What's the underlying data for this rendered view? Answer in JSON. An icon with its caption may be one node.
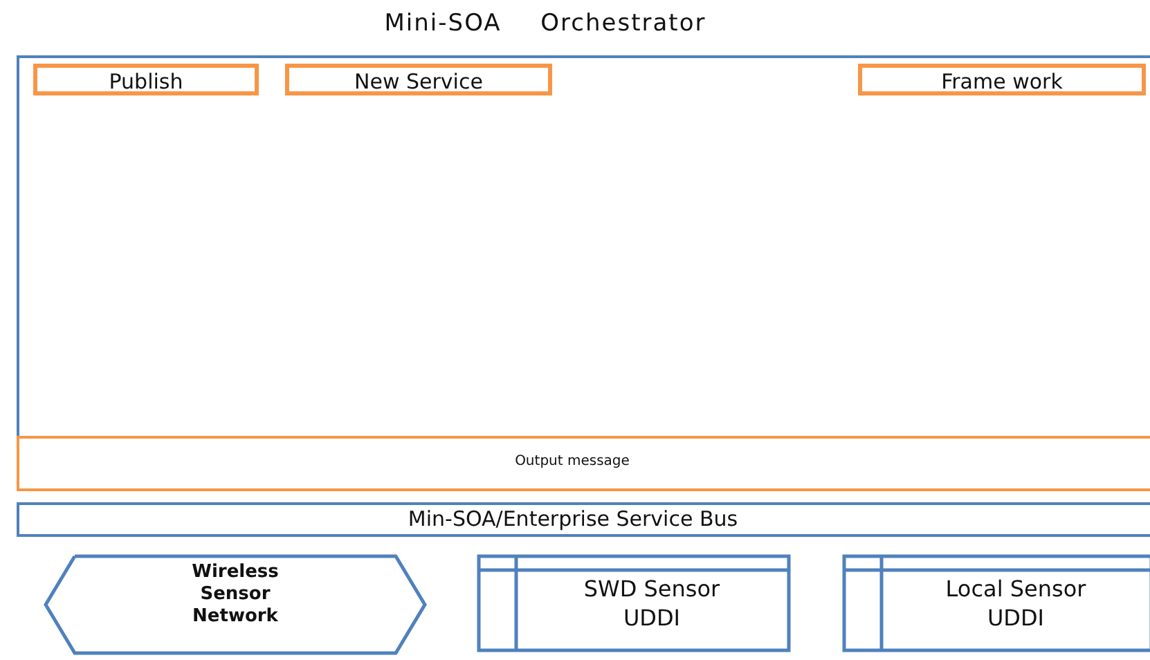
{
  "diagram": {
    "nodes": [
      {
        "text": [
          "Mini-SOA Orchestrator"
        ]
      },
      {
        "text": [
          "Publish"
        ],
        "in": 0
      },
      {
        "text": [
          "New Service"
        ],
        "in": 0
      },
      {
        "text": [
          "Frame work"
        ],
        "in": 0
      },
      {
        "text": [
          "Output message"
        ],
        "in": 0
      },
      {
        "text": [
          "Min-SOA/Enterprise Service Bus"
        ]
      },
      {
        "text": [
          "Wireless Sensor Network"
        ]
      },
      {
        "text": [
          "SWD Sensor UDDI"
        ]
      },
      {
        "text": [
          "Local Sensor UDDI"
        ]
      }
    ]
  }
}
